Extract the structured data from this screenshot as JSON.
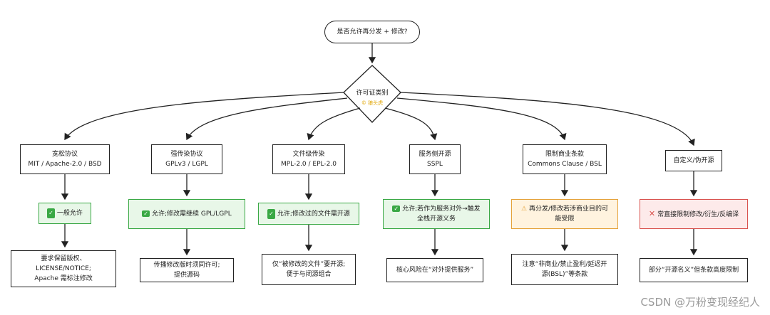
{
  "start": "是否允许再分发 + 修改?",
  "decision": {
    "label": "许可证类别",
    "sub": "© 狼头虎"
  },
  "columns": [
    {
      "category": [
        "宽松协议",
        "MIT / Apache-2.0 / BSD"
      ],
      "status": "一般允许",
      "icon": "check-icon",
      "note": [
        "要求保留版权、",
        "LICENSE/NOTICE;",
        "Apache 需标注修改"
      ]
    },
    {
      "category": [
        "强传染协议",
        "GPLv3 / LGPL"
      ],
      "status": "允许;修改需继续 GPL/LGPL",
      "icon": "check-icon",
      "note": [
        "传播修改版时须同许可;",
        "提供源码"
      ]
    },
    {
      "category": [
        "文件级传染",
        "MPL-2.0 / EPL-2.0"
      ],
      "status": "允许;修改过的文件需开源",
      "icon": "check-icon",
      "note": [
        "仅“被修改的文件”要开源;",
        "便于与闭源组合"
      ]
    },
    {
      "category": [
        "服务侧开源",
        "SSPL"
      ],
      "status": "允许;若作为服务对外→触发全栈开源义务",
      "icon": "check-icon",
      "note": [
        "核心风险在“对外提供服务”"
      ]
    },
    {
      "category": [
        "限制商业条款",
        "Commons Clause / BSL"
      ],
      "status": "再分发/修改若涉商业目的可能受限",
      "icon": "warning-icon",
      "note": [
        "注意“非商业/禁止盈利/延迟开",
        "源(BSL)”等条款"
      ]
    },
    {
      "category": [
        "自定义/伪开源"
      ],
      "status": "常直接限制修改/衍生/反编译",
      "icon": "cross-icon",
      "note": [
        "部分“开源名义”但条款高度限制"
      ]
    }
  ],
  "watermark": "CSDN @万粉变现经纪人",
  "colors": {
    "green": "#3aa845",
    "orange": "#e5a33b",
    "red": "#d9534f"
  }
}
